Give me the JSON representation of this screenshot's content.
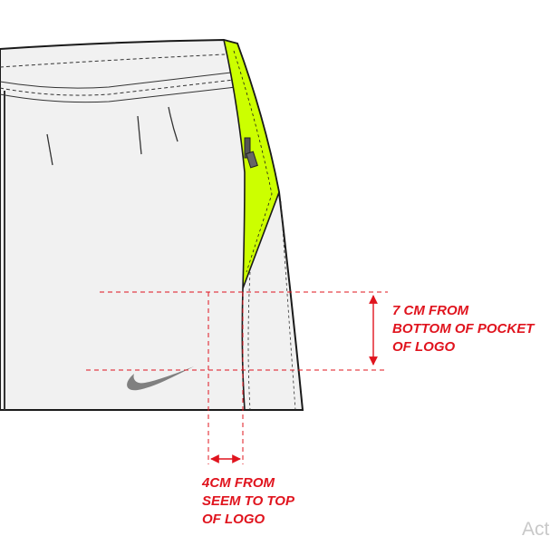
{
  "colors": {
    "garment": "#f1f1f1",
    "outline": "#1a1a1a",
    "accent_panel": "#ccff00",
    "logo": "#808080",
    "annotation": "#e0141e",
    "watermark": "#c9c9c9"
  },
  "annotations": {
    "vertical_measurement": {
      "lines": [
        "7 CM FROM",
        "BOTTOM OF POCKET",
        "OF LOGO"
      ]
    },
    "horizontal_measurement": {
      "lines": [
        "4CM FROM",
        "SEEM TO TOP",
        "OF LOGO"
      ]
    }
  },
  "logo": {
    "icon": "swoosh-icon"
  },
  "watermark": {
    "text": "Act"
  }
}
